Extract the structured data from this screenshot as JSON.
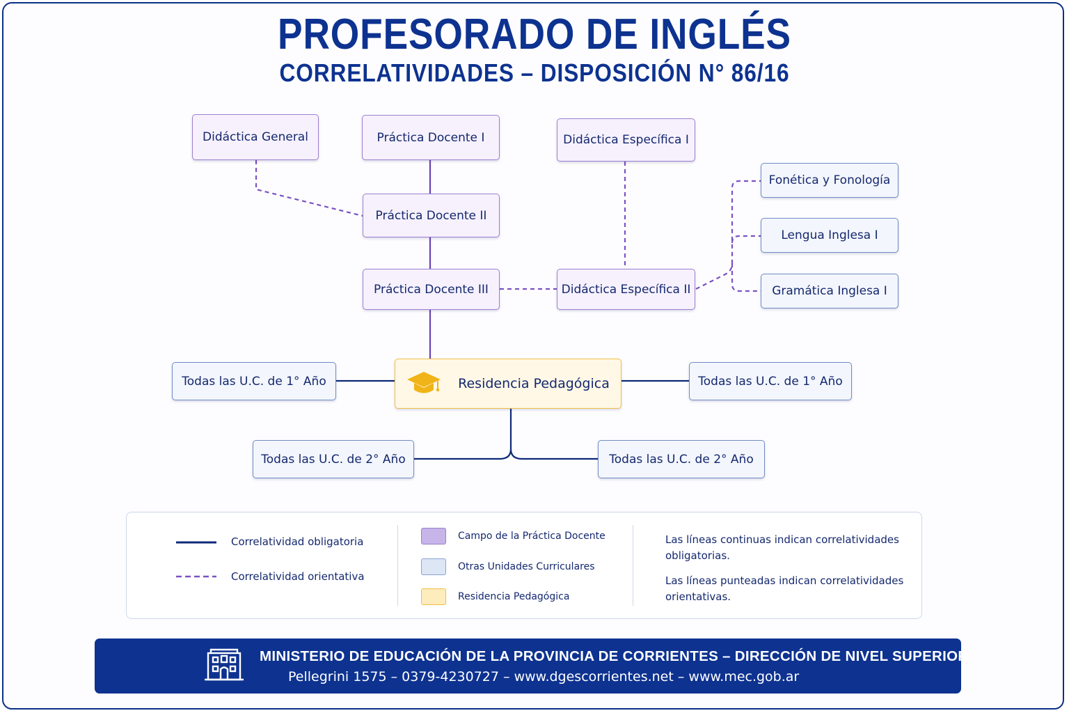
{
  "header": {
    "title": "PROFESORADO DE INGLÉS",
    "subtitle": "CORRELATIVIDADES – DISPOSICIÓN N° 86/16"
  },
  "diagram": {
    "nodes": {
      "didactica_general": "Didáctica General",
      "practica_docente_1": "Práctica Docente I",
      "didactica_especifica_1": "Didáctica Específica I",
      "practica_docente_2": "Práctica Docente II",
      "practica_docente_3": "Práctica Docente III",
      "didactica_especifica_2": "Didáctica Específica II",
      "fonetica": "Fonética y Fonología",
      "lengua_inglesa_1": "Lengua Inglesa I",
      "gramatica_inglesa_1": "Gramática Inglesa I",
      "residencia": "Residencia Pedagógica",
      "uc_1_left": "Todas las U.C. de 1° Año",
      "uc_1_right": "Todas las U.C. de 1° Año",
      "uc_2_left": "Todas las U.C. de 2° Año",
      "uc_2_right": "Todas las U.C. de 2° Año"
    },
    "residencia_icon": "graduation-cap-icon",
    "colors": {
      "obligatoria": "#0d2a78",
      "orientativa": "#7a52c2",
      "practica_fill": "#f6f1fc",
      "otras_fill": "#f3f6fc",
      "residencia_fill": "#fff8e6",
      "accent_gold": "#f0b418",
      "brand_blue": "#0d3290"
    }
  },
  "legend": {
    "line_types": {
      "solid": "Correlatividad obligatoria",
      "dashed": "Correlatividad orientativa"
    },
    "fields": {
      "practica": "Campo de la Práctica Docente",
      "otras": "Otras Unidades Curriculares",
      "residencia": "Residencia Pedagógica"
    },
    "notes": {
      "solid": "Las líneas continuas indican correlatividades obligatorias.",
      "dashed": "Las líneas punteadas indican correlatividades orientativas."
    }
  },
  "footer": {
    "icon": "building-icon",
    "line1": "MINISTERIO DE EDUCACIÓN DE LA PROVINCIA DE CORRIENTES – DIRECCIÓN DE NIVEL SUPERIOR",
    "line2": "Pellegrini 1575 – 0379-4230727 – www.dgescorrientes.net – www.mec.gob.ar"
  }
}
